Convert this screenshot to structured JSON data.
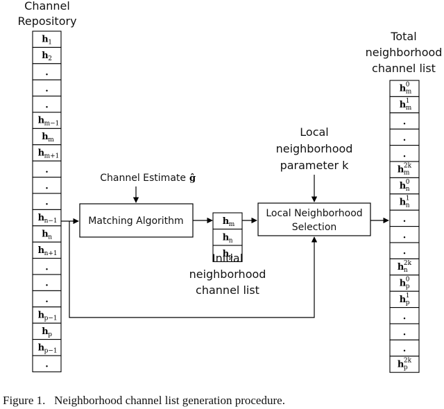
{
  "repository": {
    "title": [
      "Channel",
      "Repository"
    ],
    "cells": [
      {
        "b": "h",
        "sub": "1",
        "sup": ""
      },
      {
        "b": "h",
        "sub": "2",
        "sup": ""
      },
      {
        "b": ".",
        "sub": "",
        "sup": ""
      },
      {
        "b": ".",
        "sub": "",
        "sup": ""
      },
      {
        "b": ".",
        "sub": "",
        "sup": ""
      },
      {
        "b": "h",
        "sub": "m−1",
        "sup": ""
      },
      {
        "b": "h",
        "sub": "m",
        "sup": ""
      },
      {
        "b": "h",
        "sub": "m+1",
        "sup": ""
      },
      {
        "b": ".",
        "sub": "",
        "sup": ""
      },
      {
        "b": ".",
        "sub": "",
        "sup": ""
      },
      {
        "b": ".",
        "sub": "",
        "sup": ""
      },
      {
        "b": "h",
        "sub": "n−1",
        "sup": ""
      },
      {
        "b": "h",
        "sub": "n",
        "sup": ""
      },
      {
        "b": "h",
        "sub": "n+1",
        "sup": ""
      },
      {
        "b": ".",
        "sub": "",
        "sup": ""
      },
      {
        "b": ".",
        "sub": "",
        "sup": ""
      },
      {
        "b": ".",
        "sub": "",
        "sup": ""
      },
      {
        "b": "h",
        "sub": "p−1",
        "sup": ""
      },
      {
        "b": "h",
        "sub": "p",
        "sup": ""
      },
      {
        "b": "h",
        "sub": "p−1",
        "sup": ""
      },
      {
        "b": ".",
        "sub": "",
        "sup": ""
      }
    ]
  },
  "channel_estimate": {
    "label": "Channel Estimate",
    "symbol": "ĝ"
  },
  "matching": {
    "label": "Matching Algorithm"
  },
  "initial_list": {
    "cells": [
      {
        "b": "h",
        "sub": "m",
        "sup": ""
      },
      {
        "b": "h",
        "sub": "n",
        "sup": ""
      },
      {
        "b": "h",
        "sub": "p",
        "sup": ""
      }
    ],
    "title": [
      "Initial",
      "neighborhood",
      "channel list"
    ]
  },
  "local_param": {
    "lines": [
      "Local",
      "neighborhood",
      "parameter k"
    ]
  },
  "local_selection": {
    "lines": [
      "Local Neighborhood",
      "Selection"
    ]
  },
  "total_list": {
    "title": [
      "Total",
      "neighborhood",
      "channel list"
    ],
    "cells": [
      {
        "b": "h",
        "sub": "m",
        "sup": "0"
      },
      {
        "b": "h",
        "sub": "m",
        "sup": "1"
      },
      {
        "b": ".",
        "sub": "",
        "sup": ""
      },
      {
        "b": ".",
        "sub": "",
        "sup": ""
      },
      {
        "b": ".",
        "sub": "",
        "sup": ""
      },
      {
        "b": "h",
        "sub": "m",
        "sup": "2k"
      },
      {
        "b": "h",
        "sub": "n",
        "sup": "0"
      },
      {
        "b": "h",
        "sub": "n",
        "sup": "1"
      },
      {
        "b": ".",
        "sub": "",
        "sup": ""
      },
      {
        "b": ".",
        "sub": "",
        "sup": ""
      },
      {
        "b": ".",
        "sub": "",
        "sup": ""
      },
      {
        "b": "h",
        "sub": "n",
        "sup": "2k"
      },
      {
        "b": "h",
        "sub": "p",
        "sup": "0"
      },
      {
        "b": "h",
        "sub": "p",
        "sup": "1"
      },
      {
        "b": ".",
        "sub": "",
        "sup": ""
      },
      {
        "b": ".",
        "sub": "",
        "sup": ""
      },
      {
        "b": ".",
        "sub": "",
        "sup": ""
      },
      {
        "b": "h",
        "sub": "p",
        "sup": "2k"
      }
    ]
  },
  "caption": "Figure 1.   Neighborhood channel list generation procedure."
}
